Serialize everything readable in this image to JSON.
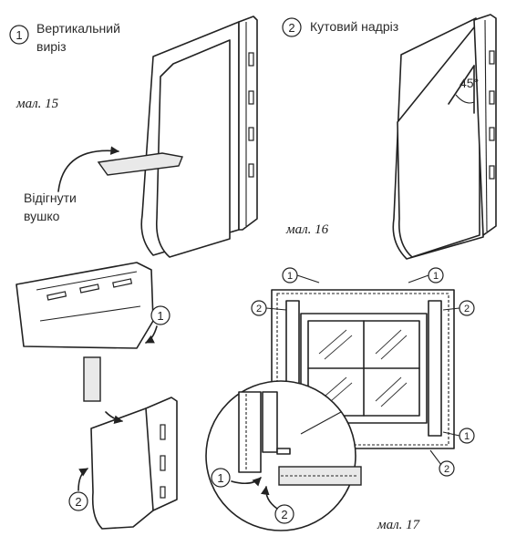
{
  "fig15": {
    "step_number": "1",
    "step_title_line1": "Вертикальний",
    "step_title_line2": "виріз",
    "caption": "мал. 15",
    "note_line1": "Відігнути",
    "note_line2": "вушко"
  },
  "fig16": {
    "step_number": "2",
    "step_title": "Кутовий надріз",
    "angle_label": "45°",
    "caption": "мал. 16"
  },
  "fig17": {
    "caption": "мал. 17",
    "callout_1": "1",
    "callout_2": "2"
  },
  "fig_left": {
    "callout_1": "1",
    "callout_2": "2"
  }
}
